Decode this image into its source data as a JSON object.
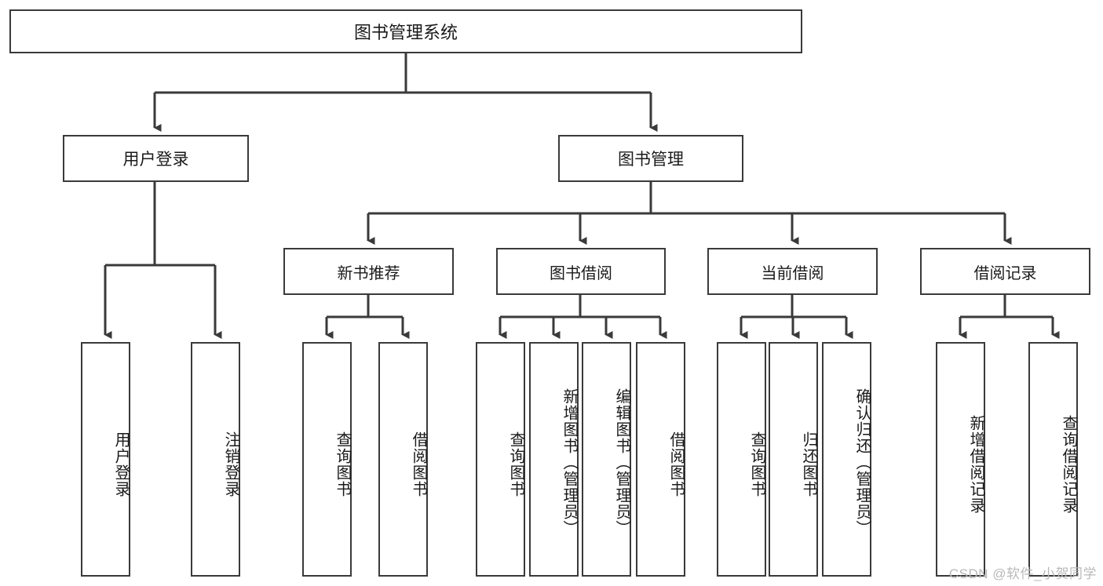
{
  "diagram": {
    "type": "tree",
    "title": "图书管理系统",
    "watermark": "CSDN @软件_小贺同学",
    "colors": {
      "box_border": "#3a3a3a",
      "box_fill": "#ffffff",
      "connector": "#3a3a3a",
      "text": "#1a1a1a",
      "watermark": "#b9b9b9"
    },
    "root": {
      "label": "图书管理系统"
    },
    "level1": [
      {
        "label": "用户登录"
      },
      {
        "label": "图书管理"
      }
    ],
    "level2": [
      {
        "label": "新书推荐"
      },
      {
        "label": "图书借阅"
      },
      {
        "label": "当前借阅"
      },
      {
        "label": "借阅记录"
      }
    ],
    "leaves": {
      "user_login": [
        {
          "label": "用户登录"
        },
        {
          "label": "注销登录"
        }
      ],
      "new_book": [
        {
          "label": "查询图书"
        },
        {
          "label": "借阅图书"
        }
      ],
      "book_borrow": [
        {
          "label": "查询图书"
        },
        {
          "label": "新增图书（管理员）"
        },
        {
          "label": "编辑图书（管理员）"
        },
        {
          "label": "借阅图书"
        }
      ],
      "current_borrow": [
        {
          "label": "查询图书"
        },
        {
          "label": "归还图书"
        },
        {
          "label": "确认归还（管理员）"
        }
      ],
      "borrow_record": [
        {
          "label": "新增借阅记录"
        },
        {
          "label": "查询借阅记录"
        }
      ]
    }
  }
}
